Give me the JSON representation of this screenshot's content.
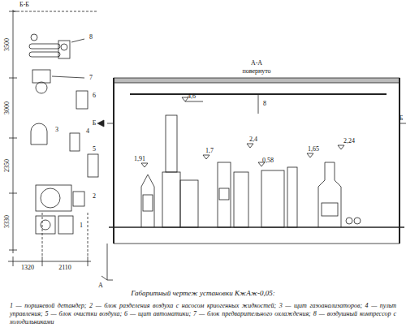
{
  "diagram": {
    "caption": "Габаритный чертеж установки КжАж-0,05:",
    "labels": [
      "Б-Б",
      "3500",
      "3000",
      "2350",
      "3330",
      "1320",
      "2110",
      "А",
      "8",
      "7",
      "6",
      "Б",
      "3",
      "4",
      "5",
      "2",
      "1",
      "А-А",
      "повернуто",
      "Б",
      "4,6",
      "1,91",
      "1,7",
      "2,4",
      "0,58",
      "1,65",
      "2,24",
      "8",
      "1 — поршневой детандер; 2 — блок разделения воздуха с насосом криогенных жидкостей; 3 — щит газоанализаторов; 4 — пульт управления; 5 — блок очистки воздуха; 6 — щит автоматики; 7 — блок предварительного охлаждения; 8 — воздушный компрессор с холодильниками"
    ]
  }
}
